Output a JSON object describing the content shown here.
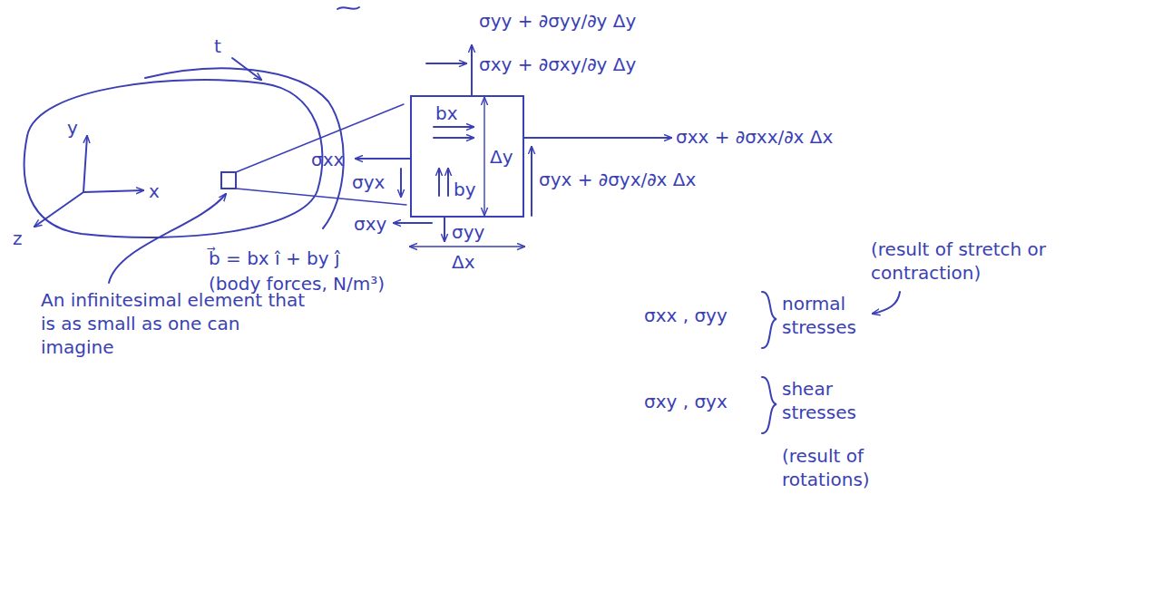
{
  "diagram": {
    "nodes": [
      {
        "text": [
          "bx",
          "by"
        ]
      }
    ],
    "labels": [
      "t",
      "y",
      "x",
      "z",
      "σyy + ∂σyy/∂y Δy",
      "σxy + ∂σxy/∂y Δy",
      "σxx + ∂σxx/∂x Δx",
      "σxx",
      "σyx",
      "σyx + ∂σyx/∂x Δx",
      "Δy",
      "σxy",
      "σyy",
      "Δx",
      "b⃗ = bx î + by ĵ",
      "(body forces, N/m³)",
      "An infinitesimal element that is as small as one can imagine",
      "(result of stretch or contraction)",
      "σxx , σyy",
      "normal stresses",
      "σxy , σyx",
      "shear stresses",
      "(result of rotations)"
    ]
  }
}
